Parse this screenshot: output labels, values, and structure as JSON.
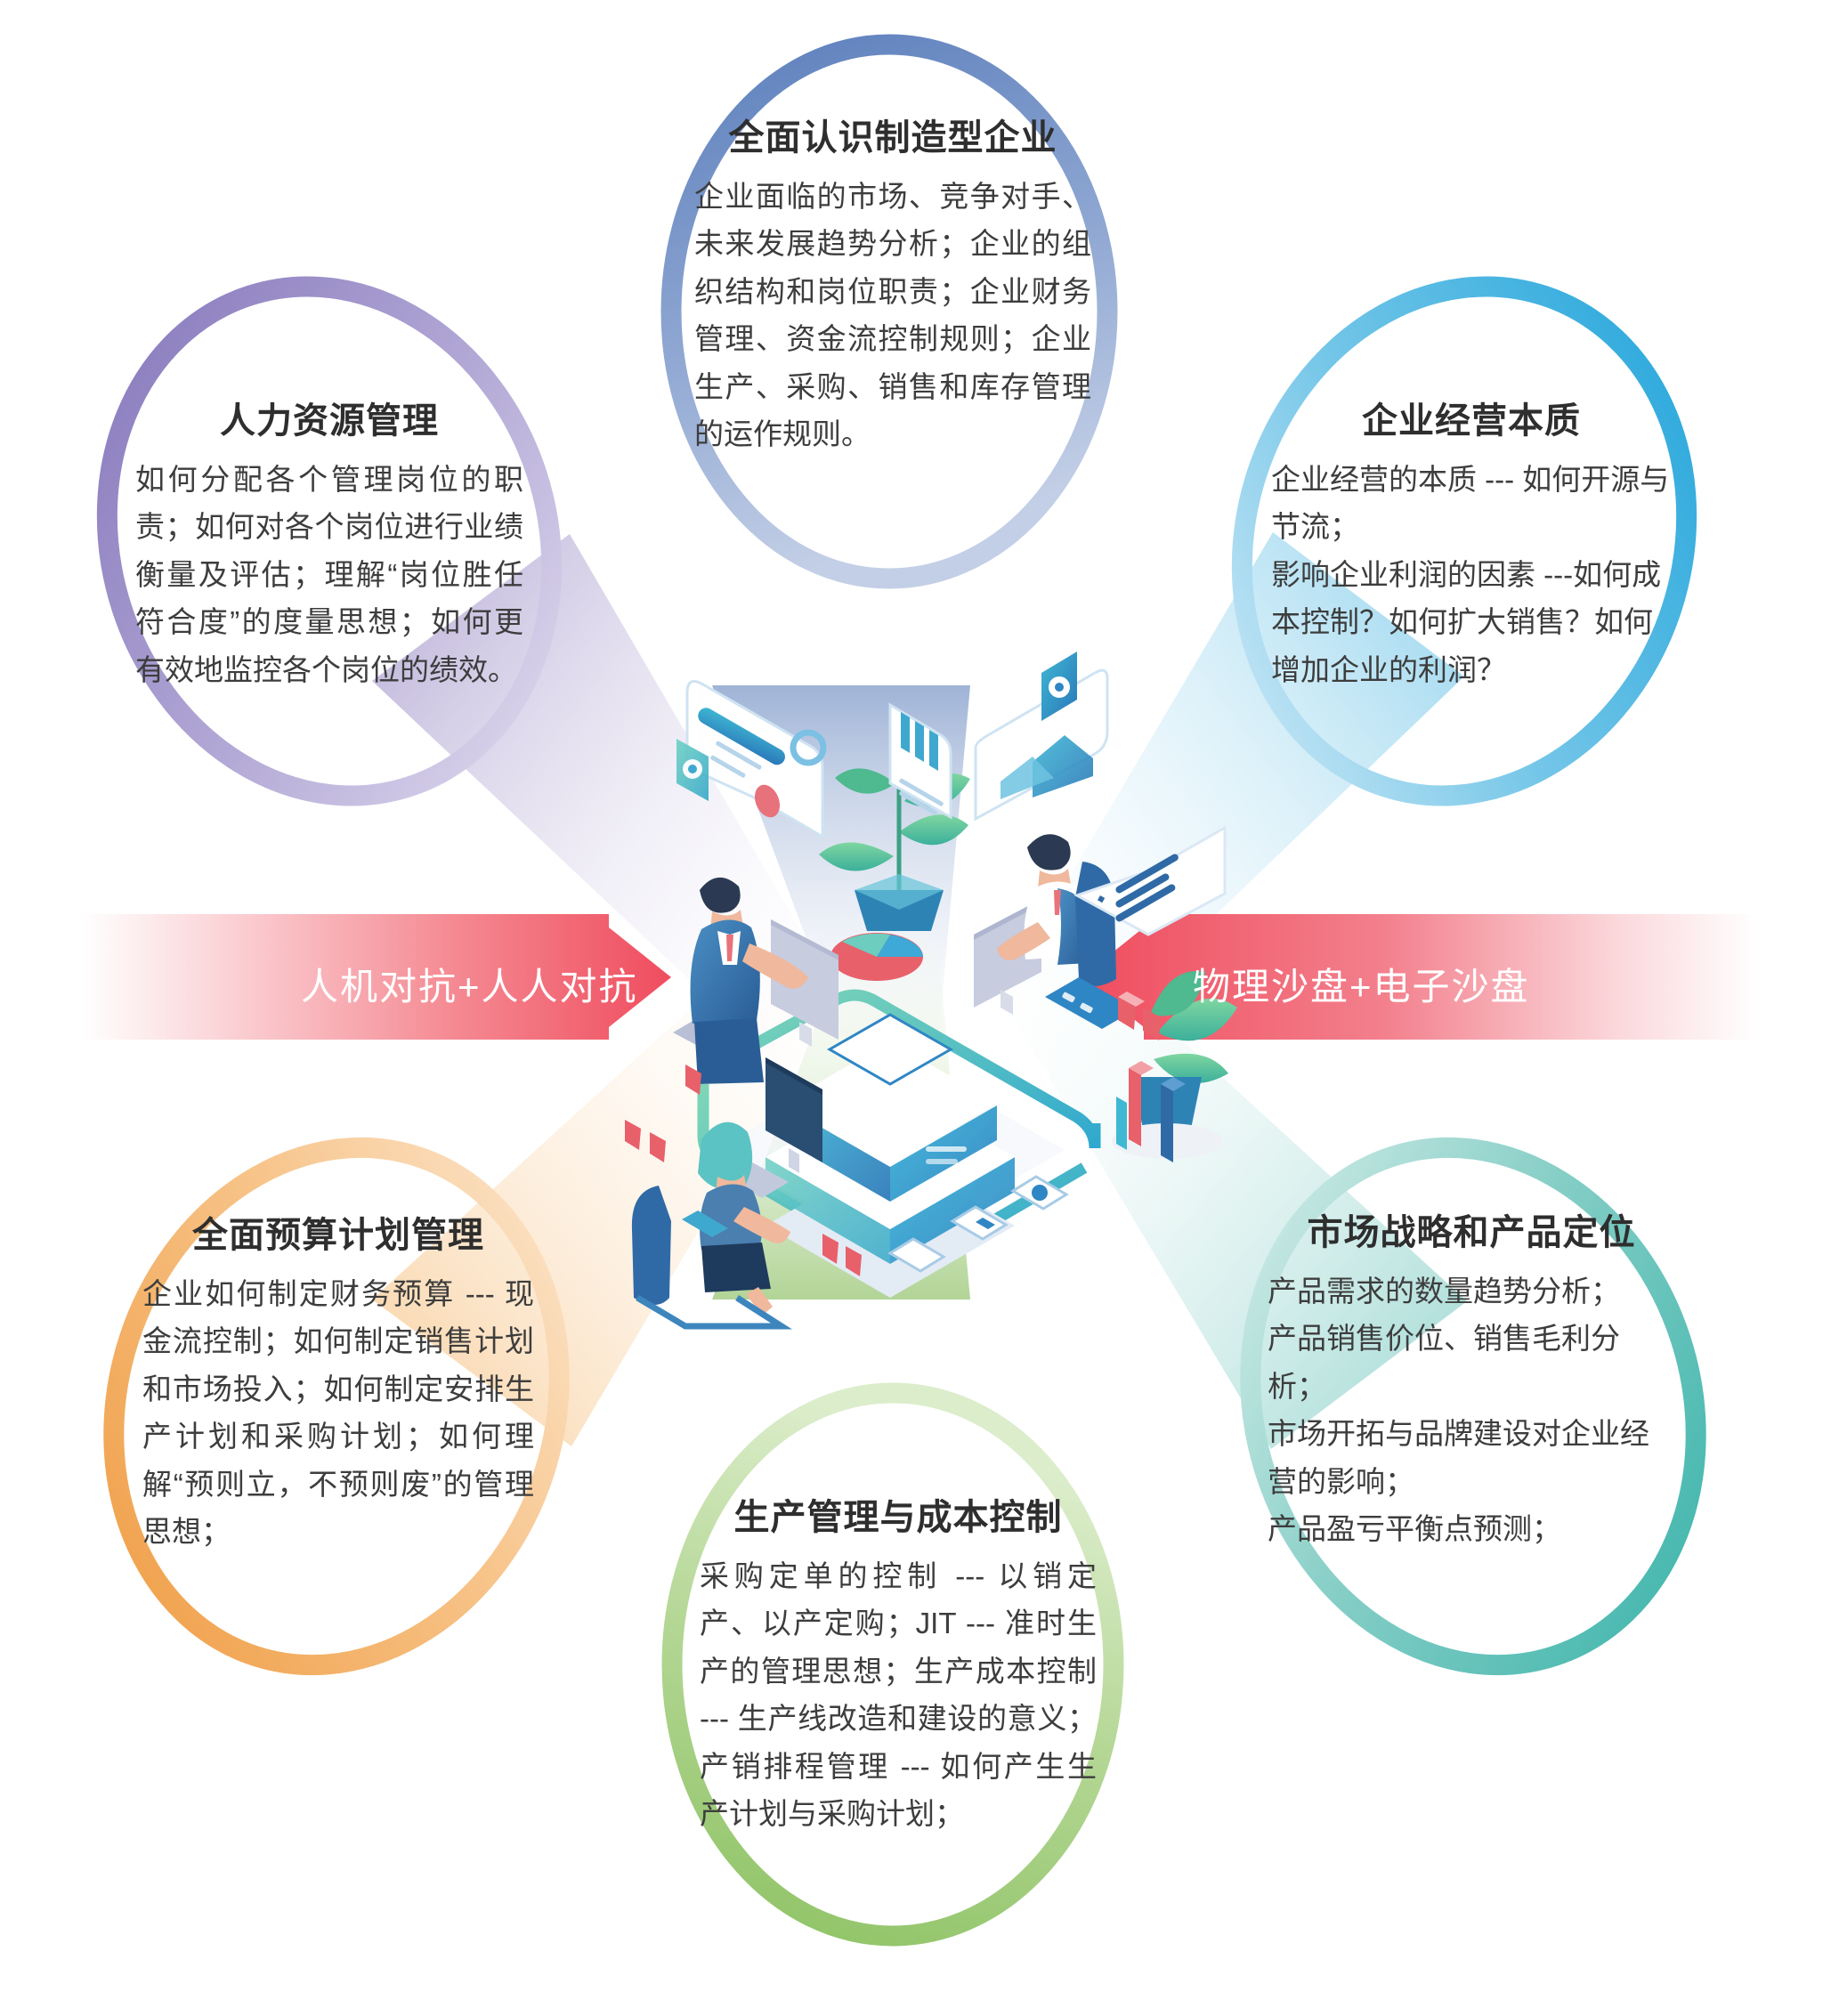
{
  "diagram": {
    "type": "hexagonal-petal-infographic",
    "center_illustration": "isometric-business-team-data-platform-illustration",
    "petals": [
      {
        "id": "top",
        "position": "top-center",
        "title": "全面认识制造型企业",
        "body": "企业面临的市场、竞争对手、未来发展趋势分析；企业的组织结构和岗位职责；企业财务管理、资金流控制规则；企业生产、采购、销售和库存管理的运作规则。",
        "ring_color": "#5C7FBC",
        "ring_color_light": "#A9BDDF"
      },
      {
        "id": "left-top",
        "position": "upper-left",
        "title": "人力资源管理",
        "body": "如何分配各个管理岗位的职责；如何对各个岗位进行业绩衡量及评估；理解“岗位胜任符合度”的度量思想；如何更有效地监控各个岗位的绩效。",
        "ring_color": "#8A7CBE",
        "ring_color_light": "#C4BCE0"
      },
      {
        "id": "right-top",
        "position": "upper-right",
        "title": "企业经营本质",
        "body": "企业经营的本质 ---  如何开源与节流；\n影响企业利润的因素   ---如何成本控制？如何扩大销售？如何增加企业的利润？",
        "ring_color": "#2AA8DC",
        "ring_color_light": "#8FD0EC"
      },
      {
        "id": "left-bottom",
        "position": "lower-left",
        "title": "全面预算计划管理",
        "body": "企业如何制定财务预算 --- 现金流控制；如何制定销售计划和市场投入；如何制定安排生产计划和采购计划；如何理解“预则立，不预则废”的管理思想；",
        "ring_color": "#F0A04A",
        "ring_color_light": "#F8D3A6"
      },
      {
        "id": "right-bottom",
        "position": "lower-right",
        "title": "市场战略和产品定位",
        "body": "产品需求的数量趋势分析；\n产品销售价位、销售毛利分析；\n市场开拓与品牌建设对企业经营的影响；\n产品盈亏平衡点预测；",
        "ring_color": "#3EB5AC",
        "ring_color_light": "#A6DCD6"
      },
      {
        "id": "bottom",
        "position": "bottom-center",
        "title": "生产管理与成本控制",
        "body": "采购定单的控制 --- 以销定产、以产定购；JIT --- 准时生产的管理思想；生产成本控制 --- 生产线改造和建设的意义；产销排程管理 --- 如何产生生产计划与采购计划；",
        "ring_color": "#8DC263",
        "ring_color_light": "#C3E0A4"
      }
    ],
    "banners": [
      {
        "id": "left-banner",
        "label": "人机对抗+人人对抗",
        "direction": "points-right",
        "color": "#EF5463",
        "fade_color": "#ffffff"
      },
      {
        "id": "right-banner",
        "label": "物理沙盘+电子沙盘",
        "direction": "points-left",
        "color": "#EF5463",
        "fade_color": "#ffffff"
      }
    ]
  }
}
